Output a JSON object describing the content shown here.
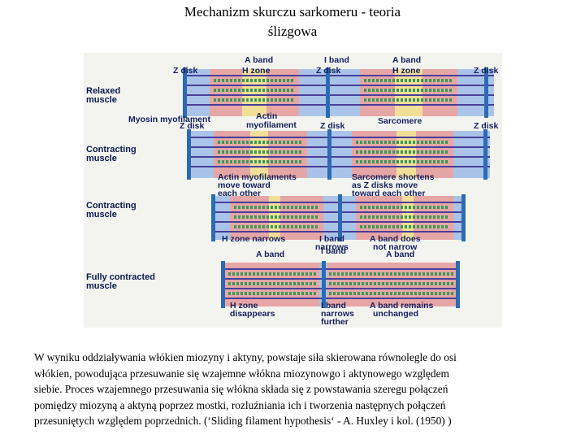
{
  "title": {
    "line1": "Mechanizm skurczu sarkomeru - teoria",
    "line2": "ślizgowa"
  },
  "figure": {
    "row_labels": {
      "relaxed": [
        "Relaxed",
        "muscle"
      ],
      "contracting1": [
        "Contracting",
        "muscle"
      ],
      "contracting2": [
        "Contracting",
        "muscle"
      ],
      "fully": [
        "Fully contracted",
        "muscle"
      ]
    },
    "labels": {
      "a_band": "A band",
      "i_band": "I band",
      "h_zone": "H zone",
      "z_disk": "Z disk",
      "myosin": "Myosin myofilament",
      "actin": [
        "Actin",
        "myofilament"
      ],
      "sarcomere": "Sarcomere",
      "actin_move": [
        "Actin myofilaments",
        "move toward",
        "each other"
      ],
      "sarc_shortens": [
        "Sarcomere shortens",
        "as Z disks move",
        "toward each other"
      ],
      "h_narrows": "H zone narrows",
      "i_narrows": [
        "I band",
        "narrows"
      ],
      "a_not": [
        "A band does",
        "not narrow"
      ],
      "h_disappears": [
        "H zone",
        "disappears"
      ],
      "i_further": [
        "I band",
        "narrows",
        "further"
      ],
      "a_unchanged": [
        "A band remains",
        "unchanged"
      ]
    },
    "colors": {
      "a_band": "#e6a6a6",
      "i_band": "#a9c4e8",
      "h_zone": "#f1df97",
      "myosin": "#3a9a55",
      "actin": "#4a3f99",
      "z_disk": "#2b6bb3",
      "text": "#14205e"
    }
  },
  "caption": {
    "line1": "W wyniku oddziaływania włókien miozyny i aktyny, powstaje siła skierowana równolegle do osi",
    "line2": "włókien, powodująca przesuwanie się wzajemne włókna miozynowgo i aktynowego względem",
    "line3": "siebie. Proces wzajemnego przesuwania się włókna składa się z powstawania szeregu połączeń",
    "line4": "pomiędzy miozyną a aktyną poprzez mostki, rozluźniania ich i tworzenia następnych połączeń",
    "line5": "przesuniętych względem poprzednich. (‘Sliding filament hypothesis‘ - A. Huxley i kol. (1950) )"
  }
}
